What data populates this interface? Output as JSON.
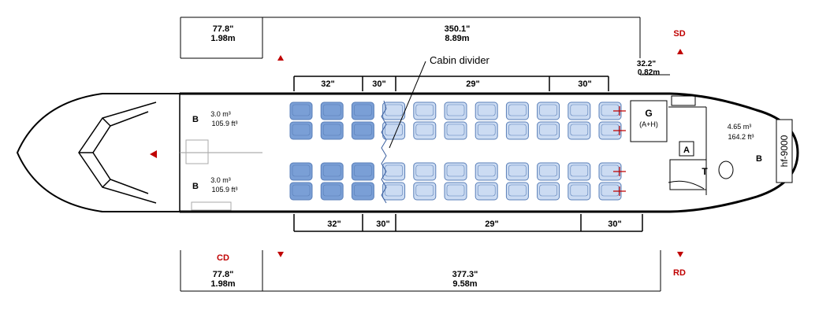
{
  "dimensions": {
    "top_left": {
      "in": "77.8\"",
      "m": "1.98m"
    },
    "top_main": {
      "in": "350.1\"",
      "m": "8.89m"
    },
    "bottom_left": {
      "in": "77.8\"",
      "m": "1.98m"
    },
    "bottom_main": {
      "in": "377.3\"",
      "m": "9.58m"
    },
    "galley_depth": {
      "in": "32.2\"",
      "m": "0.82m"
    }
  },
  "pitch_top": [
    "32\"",
    "30\"",
    "29\"",
    "30\""
  ],
  "pitch_bottom": [
    "32\"",
    "30\"",
    "29\"",
    "30\""
  ],
  "doors": {
    "sd": "SD",
    "cd": "CD",
    "rd": "RD"
  },
  "labels": {
    "cabin_divider": "Cabin divider",
    "fwd_baggage_label": "B",
    "fwd_baggage_top": {
      "m3": "3.0 m³",
      "ft3": "105.9 ft³"
    },
    "fwd_baggage_bottom": {
      "m3": "3.0 m³",
      "ft3": "105.9 ft³"
    },
    "galley": "G",
    "galley_sub": "(A+H)",
    "attendant": "A",
    "toilet": "T",
    "rear_baggage": "B",
    "rear_baggage_vol": {
      "m3": "4.65 m³",
      "ft3": "164.2 ft³"
    },
    "registration": "hf-9000"
  },
  "colors": {
    "seat_dark": "#7a9fd6",
    "seat_light": "#cbdbf2",
    "seat_stroke": "#5a7fb8",
    "door_arrow": "#c00000"
  },
  "seating": {
    "rows": 11,
    "dark_rows": 3,
    "seats_per_row": 4
  }
}
